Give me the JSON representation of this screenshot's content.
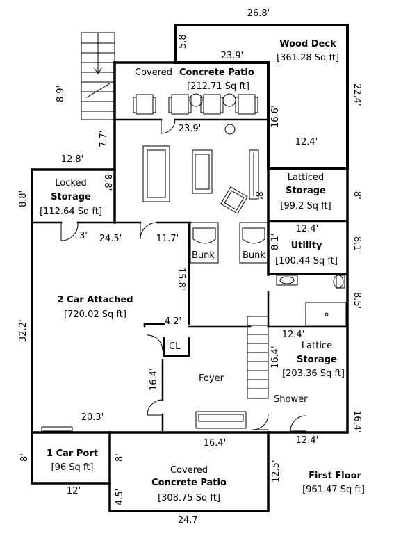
{
  "rooms": {
    "wood_deck": {
      "name": "Wood Deck",
      "area": "[361.28 Sq ft]"
    },
    "covered_patio_top": {
      "prefix": "Covered",
      "name": "Concrete Patio",
      "area": "[212.71 Sq ft]"
    },
    "locked_storage": {
      "line1": "Locked",
      "line2": "Storage",
      "area": "[112.64 Sq ft]"
    },
    "latticed_storage": {
      "line1": "Latticed",
      "line2": "Storage",
      "area": "[99.2 Sq ft]"
    },
    "utility": {
      "name": "Utility",
      "area": "[100.44 Sq ft]"
    },
    "garage": {
      "name": "2 Car Attached",
      "area": "[720.02 Sq ft]"
    },
    "lattice_storage": {
      "line1": "Lattice",
      "line2": "Storage",
      "area": "[203.36 Sq ft]"
    },
    "carport": {
      "name": "1 Car Port",
      "area": "[96 Sq ft]"
    },
    "covered_patio_bottom": {
      "line1": "Covered",
      "line2": "Concrete Patio",
      "area": "[308.75 Sq ft]"
    },
    "first_floor": {
      "name": "First Floor",
      "area": "[961.47 Sq ft]"
    }
  },
  "labels": {
    "bunk_left": "Bunk",
    "bunk_right": "Bunk",
    "closet": "CL",
    "foyer": "Foyer",
    "shower": "Shower"
  },
  "dimensions": {
    "deck_top": "26.8'",
    "deck_left": "5.8'",
    "deck_inner": "23.9'",
    "deck_right": "22.4'",
    "deck_side": "16.6'",
    "deck_bottom": "12.4'",
    "stair_side": "8.9'",
    "patio_bottom": "23.9'",
    "patio_left": "7.7'",
    "storage_top": "12.8'",
    "storage_left": "8.8'",
    "storage_right": "8.8'",
    "lattice_right": "8'",
    "bunk_h": "8'",
    "utility_top": "12.4'",
    "utility_left": "8.1'",
    "utility_right": "8.1'",
    "bath_right": "8.5'",
    "garage_top_small": "3'",
    "garage_top": "24.5'",
    "hall_top": "11.7'",
    "garage_left": "32.2'",
    "garage_inner": "15.8'",
    "closet_top": "4.2'",
    "lattice_top": "12.4'",
    "lattice_left": "16.4'",
    "foyer_left": "16.4'",
    "garage_bottom": "20.3'",
    "shower_right": "16.4'",
    "entry_bottom": "16.4'",
    "lattice_bottom": "12.4'",
    "carport_left": "8'",
    "carport_bottom": "12'",
    "patio2_left_top": "8'",
    "patio2_left_bottom": "4.5'",
    "patio2_right": "12.5'",
    "patio2_bottom": "24.7'"
  }
}
